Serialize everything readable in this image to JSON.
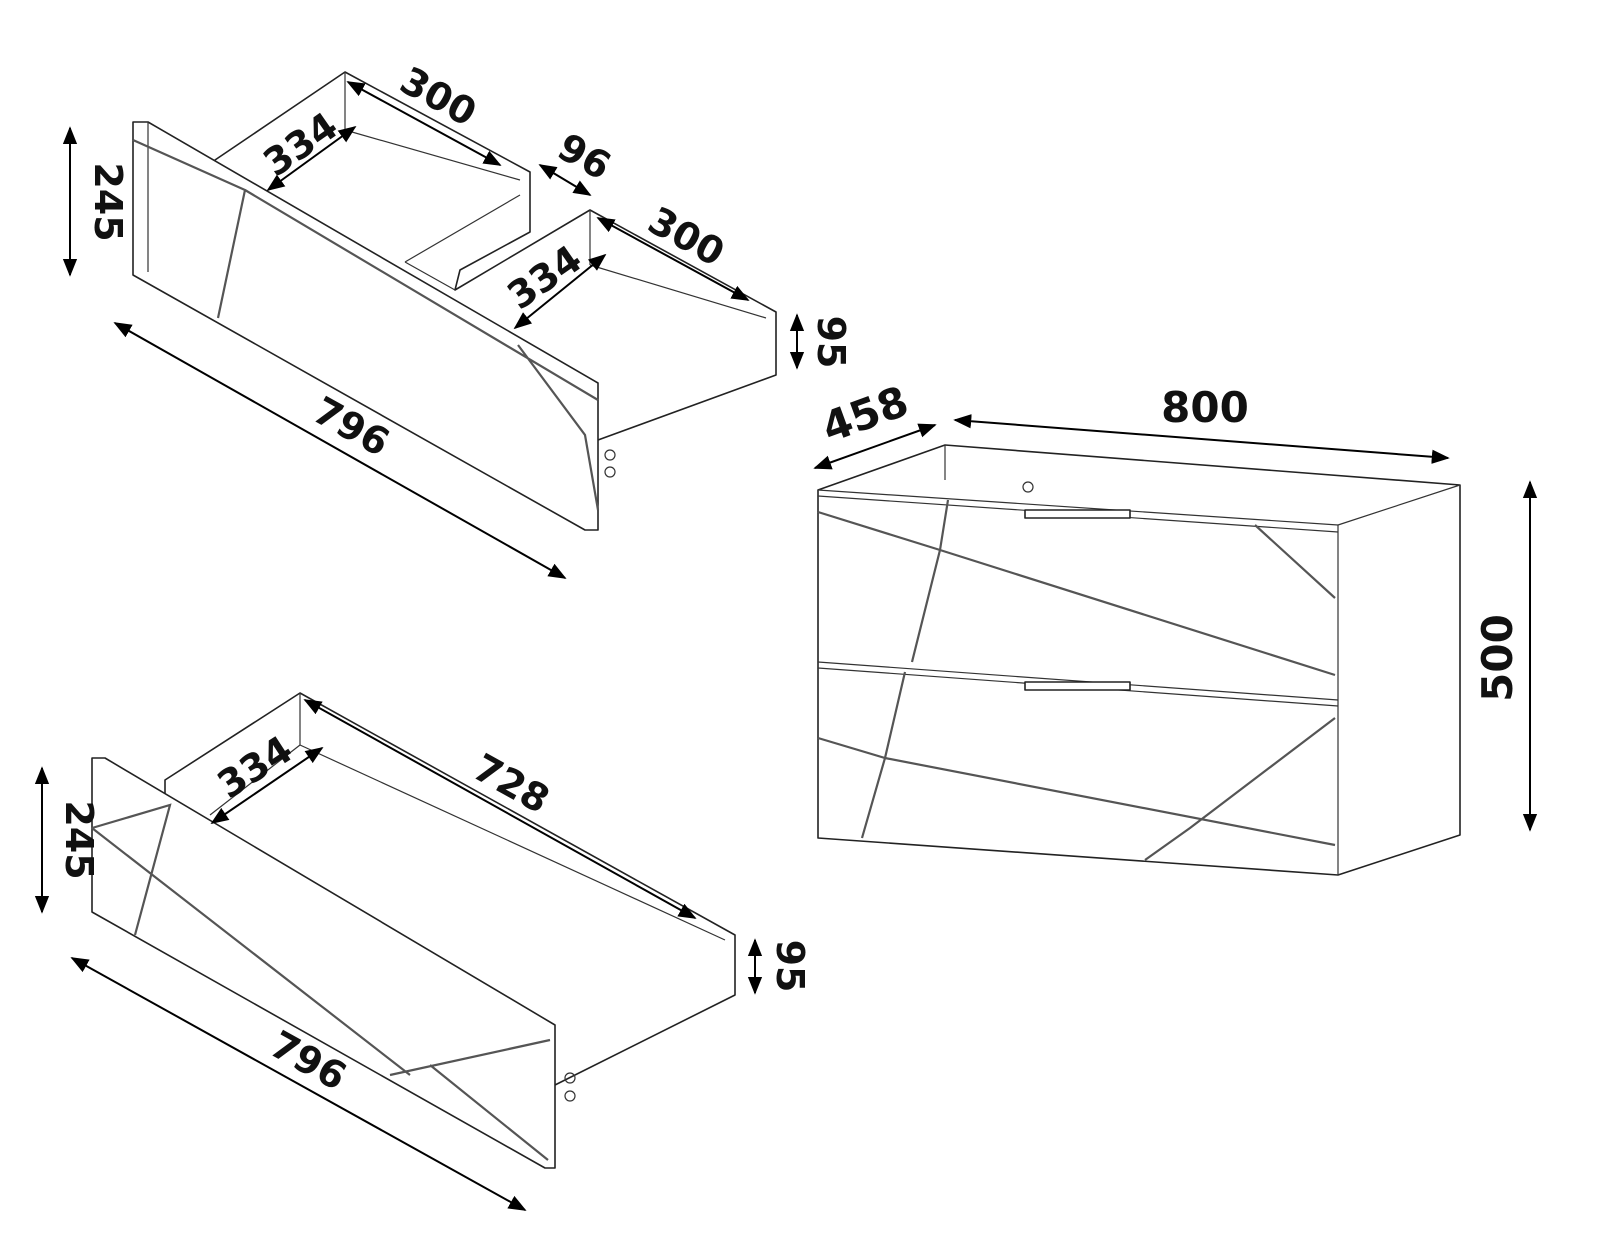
{
  "top_drawer": {
    "height_label": "245",
    "length_label": "796",
    "left_depth_label": "300",
    "left_width_label": "334",
    "divider_label": "96",
    "right_depth_label": "300",
    "right_width_label": "334",
    "side_height_label": "95"
  },
  "bottom_drawer": {
    "height_label": "245",
    "length_label": "796",
    "width_label": "334",
    "depth_label": "728",
    "side_height_label": "95"
  },
  "cabinet": {
    "depth_label": "458",
    "width_label": "800",
    "height_label": "500"
  },
  "colors": {
    "line": "#222222",
    "background": "#ffffff"
  }
}
